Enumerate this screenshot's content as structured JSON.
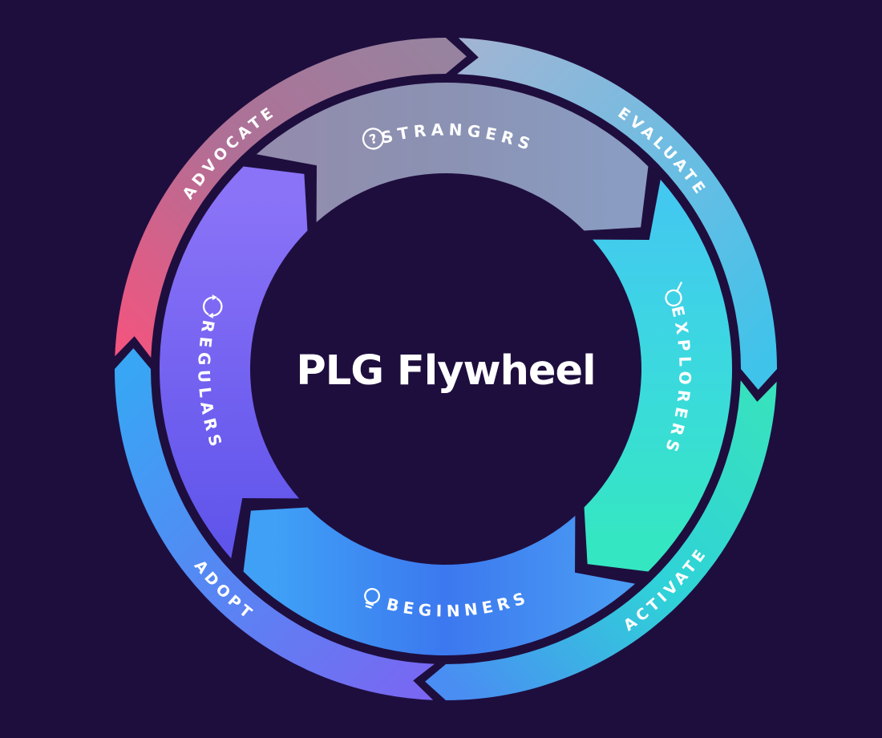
{
  "title": "PLG Flywheel",
  "background_color": "#1E0E3E",
  "text_color": "#FFFFFF",
  "flywheel": {
    "direction": "clockwise",
    "outer_ring": [
      {
        "label": "ADVOCATE",
        "start_deg": 270,
        "end_deg": 360,
        "colors": [
          "#F4547E",
          "#B06F96",
          "#97839F"
        ]
      },
      {
        "label": "EVALUATE",
        "start_deg": 0,
        "end_deg": 90,
        "colors": [
          "#A3B4D3",
          "#6FBCE2",
          "#3FC3EA"
        ]
      },
      {
        "label": "ACTIVATE",
        "start_deg": 90,
        "end_deg": 180,
        "colors": [
          "#38E3BC",
          "#2FD2D8",
          "#4A8DF3"
        ]
      },
      {
        "label": "ADOPT",
        "start_deg": 180,
        "end_deg": 270,
        "colors": [
          "#7A66F2",
          "#5885F3",
          "#38A6F4"
        ]
      }
    ],
    "inner_ring": [
      {
        "label": "STRANGERS",
        "icon": "question-circle-icon",
        "start_deg": 315,
        "end_deg": 405,
        "colors": [
          "#938CAD",
          "#8B92B3",
          "#8A9CC2"
        ]
      },
      {
        "label": "EXPLORERS",
        "icon": "magnifier-icon",
        "start_deg": 45,
        "end_deg": 135,
        "colors": [
          "#43C8F0",
          "#3BD9DF",
          "#35E6C2"
        ]
      },
      {
        "label": "BEGINNERS",
        "icon": "bulb-icon",
        "start_deg": 135,
        "end_deg": 225,
        "colors": [
          "#4A9CF4",
          "#3C78EF",
          "#3FA0F6"
        ]
      },
      {
        "label": "REGULARS",
        "icon": "refresh-icon",
        "start_deg": 225,
        "end_deg": 315,
        "colors": [
          "#6055EB",
          "#7563F1",
          "#8A73F7"
        ]
      }
    ]
  }
}
